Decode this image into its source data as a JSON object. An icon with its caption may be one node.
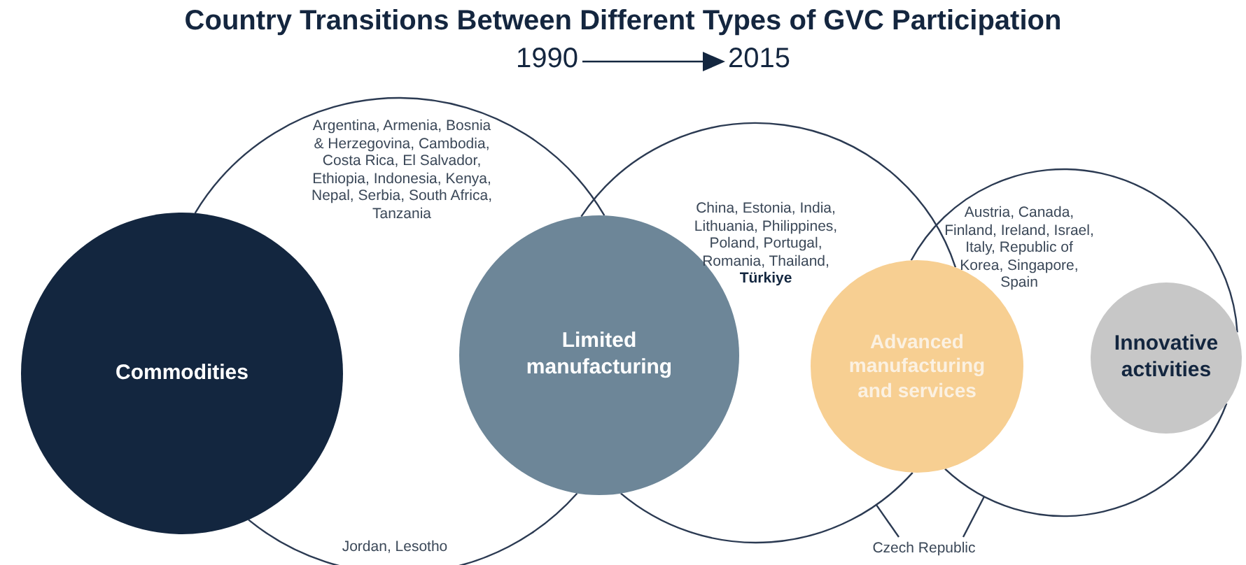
{
  "diagram": {
    "title": "Country Transitions Between Different Types of GVC Participation",
    "nodes": [
      {
        "text": [
          "Commodities"
        ]
      },
      {
        "text": [
          "Limited manufacturing"
        ]
      },
      {
        "text": [
          "Advanced manufacturing and services"
        ]
      },
      {
        "text": [
          "Innovative activities"
        ]
      },
      {
        "text": [
          "Czech Republic"
        ]
      }
    ],
    "edges": [
      {
        "from": 0,
        "to": 1,
        "arrow": "none",
        "label": "Argentina, Armenia, Bosnia & Herzegovina, Cambodia, Costa Rica, El Salvador, Ethiopia, Indonesia, Kenya, Nepal, Serbia, South Africa, Tanzania"
      },
      {
        "from": 0,
        "to": 1,
        "arrow": "none",
        "label": "Jordan, Lesotho"
      },
      {
        "from": 1,
        "to": 2,
        "arrow": "none",
        "label": "China, Estonia, India, Lithuania, Philippines, Poland, Portugal, Romania, Thailand, **Türkiye**"
      },
      {
        "from": 1,
        "to": 2,
        "arrow": "none"
      },
      {
        "from": 2,
        "to": 3,
        "arrow": "none",
        "label": "Austria, Canada, Finland, Ireland, Israel, Italy, Republic of Korea, Singapore, Spain"
      },
      {
        "from": 2,
        "to": 3,
        "arrow": "none"
      },
      {
        "from": 4,
        "to": null,
        "arrow": "none"
      },
      {
        "from": 4,
        "to": null,
        "arrow": "none"
      }
    ],
    "labels": [
      "1990",
      "2015"
    ]
  }
}
